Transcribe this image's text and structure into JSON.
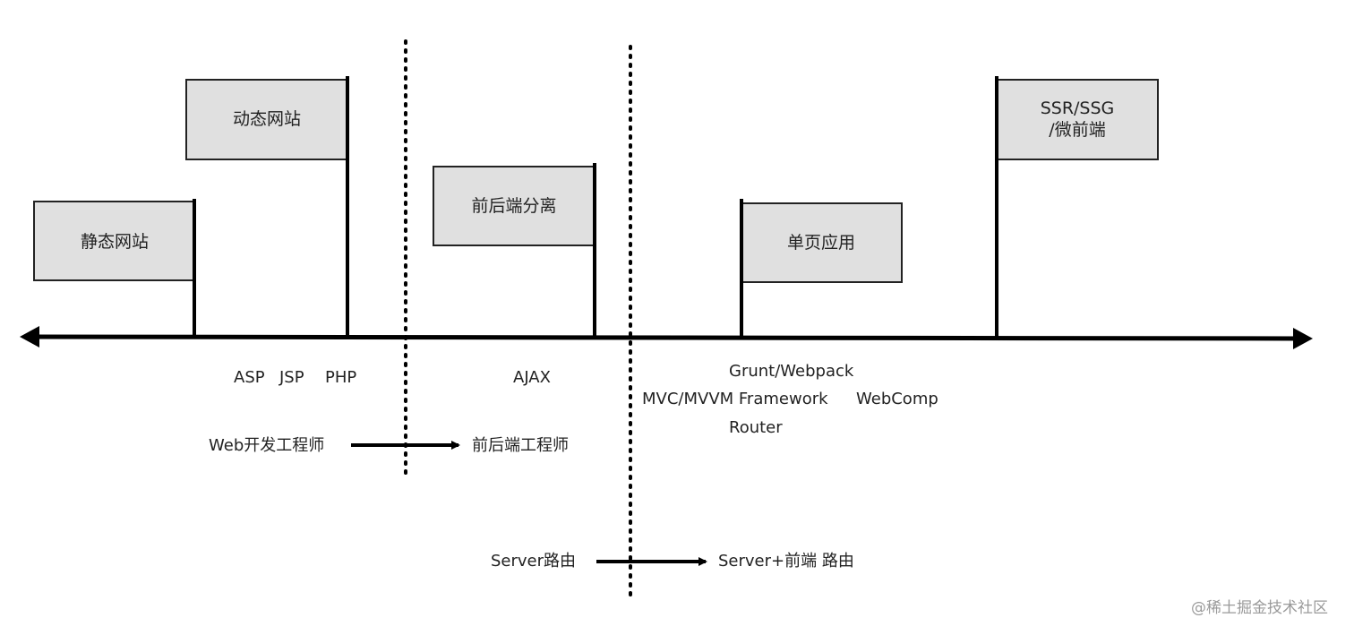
{
  "flags": [
    {
      "id": "static-site",
      "lines": [
        "静态网站"
      ]
    },
    {
      "id": "dynamic-site",
      "lines": [
        "动态网站"
      ]
    },
    {
      "id": "frontend-backend-separation",
      "lines": [
        "前后端分离"
      ]
    },
    {
      "id": "spa",
      "lines": [
        "单页应用"
      ]
    },
    {
      "id": "ssr-ssg",
      "lines": [
        "SSR/SSG",
        "/微前端"
      ]
    }
  ],
  "tech_labels": {
    "asp": "ASP",
    "jsp": "JSP",
    "php": "PHP",
    "ajax": "AJAX",
    "grunt_webpack": "Grunt/Webpack",
    "mvc_mvvm": "MVC/MVVM Framework",
    "webcomp": "WebComp",
    "router": "Router"
  },
  "roles": {
    "from": "Web开发工程师",
    "to": "前后端工程师"
  },
  "routing": {
    "from": "Server路由",
    "to": "Server+前端 路由"
  },
  "watermark": "@稀土掘金技术社区"
}
